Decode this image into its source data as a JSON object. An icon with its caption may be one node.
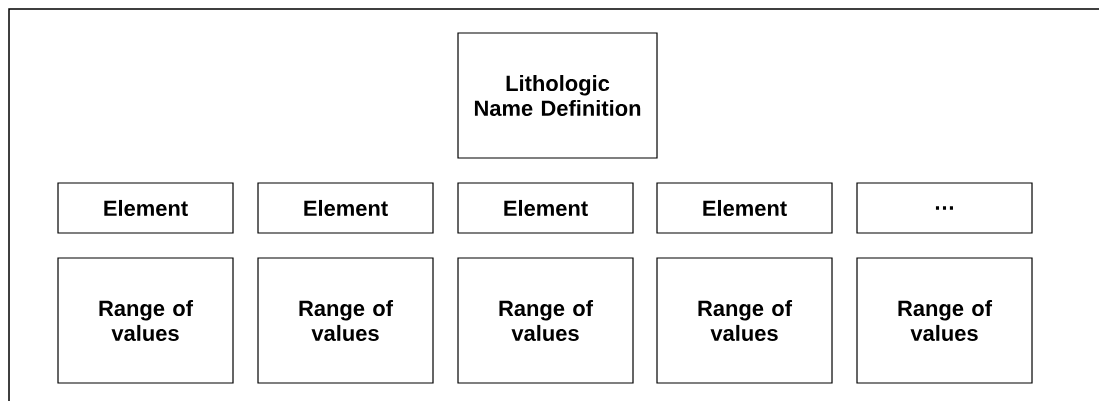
{
  "diagram": {
    "nodes": [
      {
        "text": [
          "Lithologic Name Definition"
        ]
      },
      {
        "text": [
          "Element"
        ]
      },
      {
        "text": [
          "Element"
        ]
      },
      {
        "text": [
          "Element"
        ]
      },
      {
        "text": [
          "Element"
        ]
      },
      {
        "text": [
          "…"
        ]
      },
      {
        "text": [
          "Range of values"
        ]
      },
      {
        "text": [
          "Range of values"
        ]
      },
      {
        "text": [
          "Range of values"
        ]
      },
      {
        "text": [
          "Range of values"
        ]
      },
      {
        "text": [
          "Range of values"
        ]
      }
    ]
  }
}
